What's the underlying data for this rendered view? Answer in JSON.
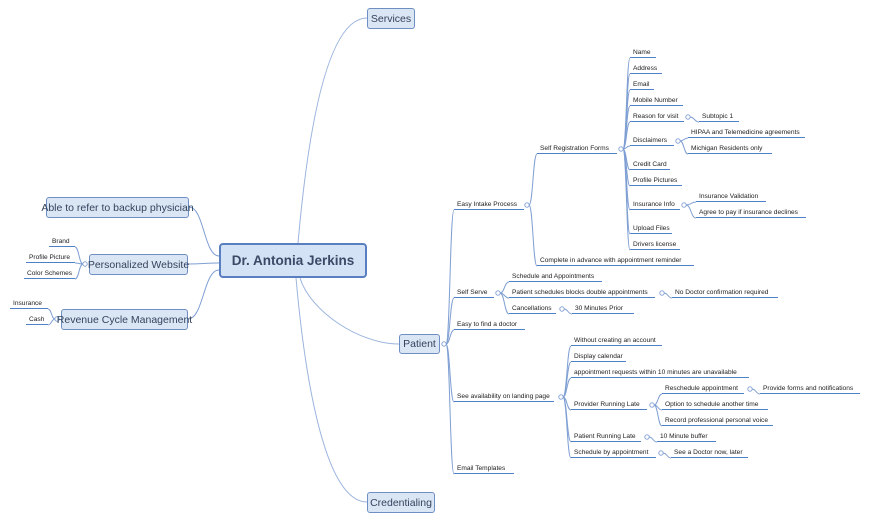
{
  "root": "Dr. Antonia Jerkins",
  "main": {
    "services": "Services",
    "patient": "Patient",
    "credentialing": "Credentialing",
    "backup": "Able to refer to backup physician",
    "website": "Personalized Website",
    "revenue": "Revenue Cycle Management"
  },
  "website_items": [
    "Brand",
    "Profile Picture",
    "Color Schemes"
  ],
  "revenue_items": [
    "Insurance",
    "Cash"
  ],
  "patient": {
    "easy_intake": "Easy Intake Process",
    "self_reg": "Self Registration Forms",
    "form_fields": {
      "name": "Name",
      "address": "Address",
      "email": "Email",
      "mobile": "Mobile Number",
      "reason": "Reason for visit",
      "subtopic": "Subtopic 1",
      "disclaimers": "Disclaimers",
      "hipaa": "HIPAA and Telemedicine agreements",
      "michigan": "Michigan Residents only",
      "credit": "Credit Card",
      "profile_pics": "Profile Pictures",
      "insurance_info": "Insurance Info",
      "ins_validation": "Insurance Validation",
      "agree_pay": "Agree to pay if insurance declines",
      "upload": "Upload Files",
      "drivers": "Drivers license"
    },
    "complete_advance": "Complete in advance with appointment reminder",
    "self_serve": "Self Serve",
    "sched_appts": "Schedule and Appointments",
    "blocks_double": "Patient schedules blocks double appointments",
    "no_doctor_conf": "No Doctor confirmation required",
    "cancellations": "Cancellations",
    "thirty_min": "30 Minutes Prior",
    "easy_find": "Easy to find a doctor",
    "see_availability": "See availability on landing page",
    "without_account": "Without creating an account",
    "display_calendar": "Display calendar",
    "requests_10": "appointment requests within 10 minutes are unavailable",
    "provider_late": "Provider Running Late",
    "reschedule": "Reschedule appointment",
    "provide_forms": "Provide forms and notifications",
    "option_schedule": "Option to schedule another time",
    "record_voice": "Record professional personal voice",
    "patient_late": "Patient Running Late",
    "ten_buffer": "10 Minute buffer",
    "sched_by_appt": "Schedule by appointment",
    "see_doctor": "See a Doctor now, later",
    "email_templates": "Email Templates"
  }
}
